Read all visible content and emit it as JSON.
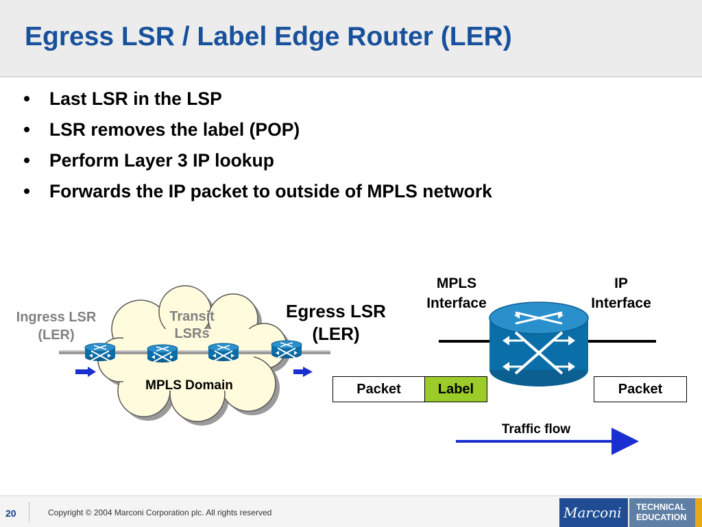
{
  "title": "Egress LSR / Label Edge Router (LER)",
  "bullets": [
    "Last LSR in the LSP",
    "LSR removes the label (POP)",
    "Perform Layer 3 IP lookup",
    "Forwards the IP packet to outside of MPLS network"
  ],
  "diagram": {
    "ingress_label_line1": "Ingress LSR",
    "ingress_label_line2": "(LER)",
    "transit_label_line1": "Transit",
    "transit_label_line2": "LSRs",
    "domain_label": "MPLS Domain",
    "egress_label_line1": "Egress LSR",
    "egress_label_line2": "(LER)",
    "mpls_interface_line1": "MPLS",
    "mpls_interface_line2": "Interface",
    "ip_interface_line1": "IP",
    "ip_interface_line2": "Interface",
    "packet_in": "Packet",
    "label": "Label",
    "packet_out": "Packet",
    "traffic_flow": "Traffic flow",
    "colors": {
      "router_blue": "#0a6fa8",
      "label_green": "#9ccc2a",
      "arrow_blue": "#1a2fd0",
      "cloud_fill": "#fffbdc",
      "ingress_text": "#808080"
    }
  },
  "footer": {
    "page_number": "20",
    "copyright": "Copyright © 2004 Marconi Corporation plc. All rights reserved",
    "logo": "Marconi",
    "badge_line1": "TECHNICAL",
    "badge_line2": "EDUCATION"
  }
}
